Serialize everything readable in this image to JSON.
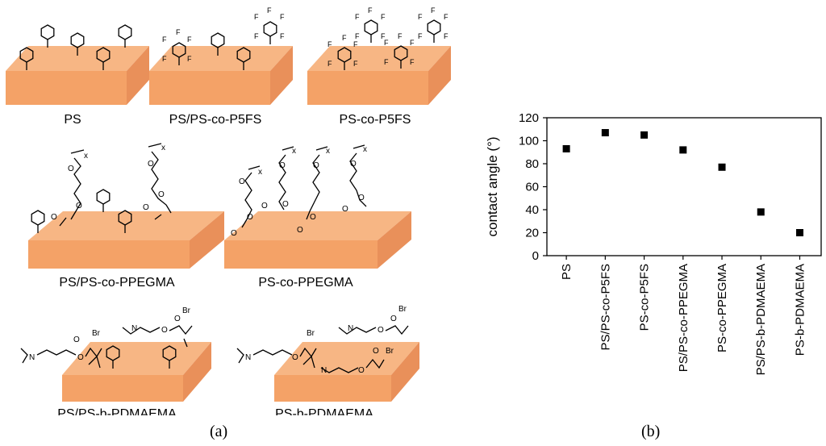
{
  "panels": {
    "a": "(a)",
    "b": "(b)"
  },
  "schematic": {
    "labels": [
      "PS",
      "PS/PS-co-P5FS",
      "PS-co-P5FS",
      "PS/PS-co-PPEGMA",
      "PS-co-PPEGMA",
      "PS/PS-b-PDMAEMA",
      "PS-b-PDMAEMA"
    ],
    "atoms": {
      "F": "F",
      "O": "O",
      "N": "N",
      "Br": "Br",
      "x": "x"
    },
    "colors": {
      "slab_top": "#f7b684",
      "slab_front": "#f4a267",
      "slab_side": "#e9905a",
      "bond": "#000000"
    }
  },
  "chart_data": {
    "type": "scatter",
    "categories": [
      "PS",
      "PS/PS-co-P5FS",
      "PS-co-P5FS",
      "PS/PS-co-PPEGMA",
      "PS-co-PPEGMA",
      "PS/PS-b-PDMAEMA",
      "PS-b-PDMAEMA"
    ],
    "values": [
      93,
      107,
      105,
      92,
      77,
      38,
      20
    ],
    "title": "",
    "xlabel": "",
    "ylabel": "contact angle (°)",
    "ylim": [
      0,
      120
    ],
    "yticks": [
      0,
      20,
      40,
      60,
      80,
      100,
      120
    ],
    "grid": false,
    "legend": "none",
    "marker": "square",
    "marker_color": "#000000"
  }
}
